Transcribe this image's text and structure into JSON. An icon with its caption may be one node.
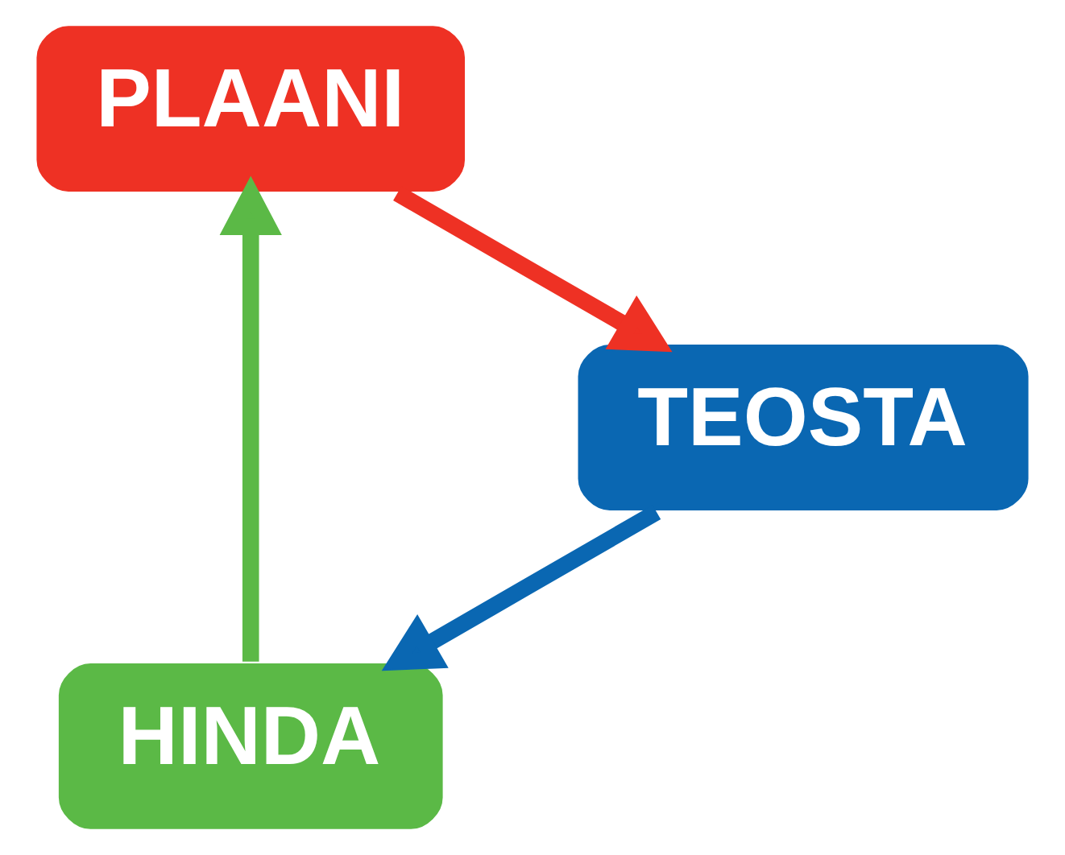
{
  "diagram": {
    "nodes": [
      {
        "text": [
          "HINDA"
        ]
      },
      {
        "text": [
          "PLAANI"
        ]
      },
      {
        "text": [
          "TEOSTA"
        ]
      }
    ],
    "edges": [
      {
        "from": 0,
        "to": 1,
        "arrow": "to",
        "color": "#5bb946"
      },
      {
        "from": 1,
        "to": 2,
        "arrow": "to",
        "color": "#ee3124"
      },
      {
        "from": 2,
        "to": 0,
        "arrow": "to",
        "color": "#0a67b2"
      }
    ]
  }
}
